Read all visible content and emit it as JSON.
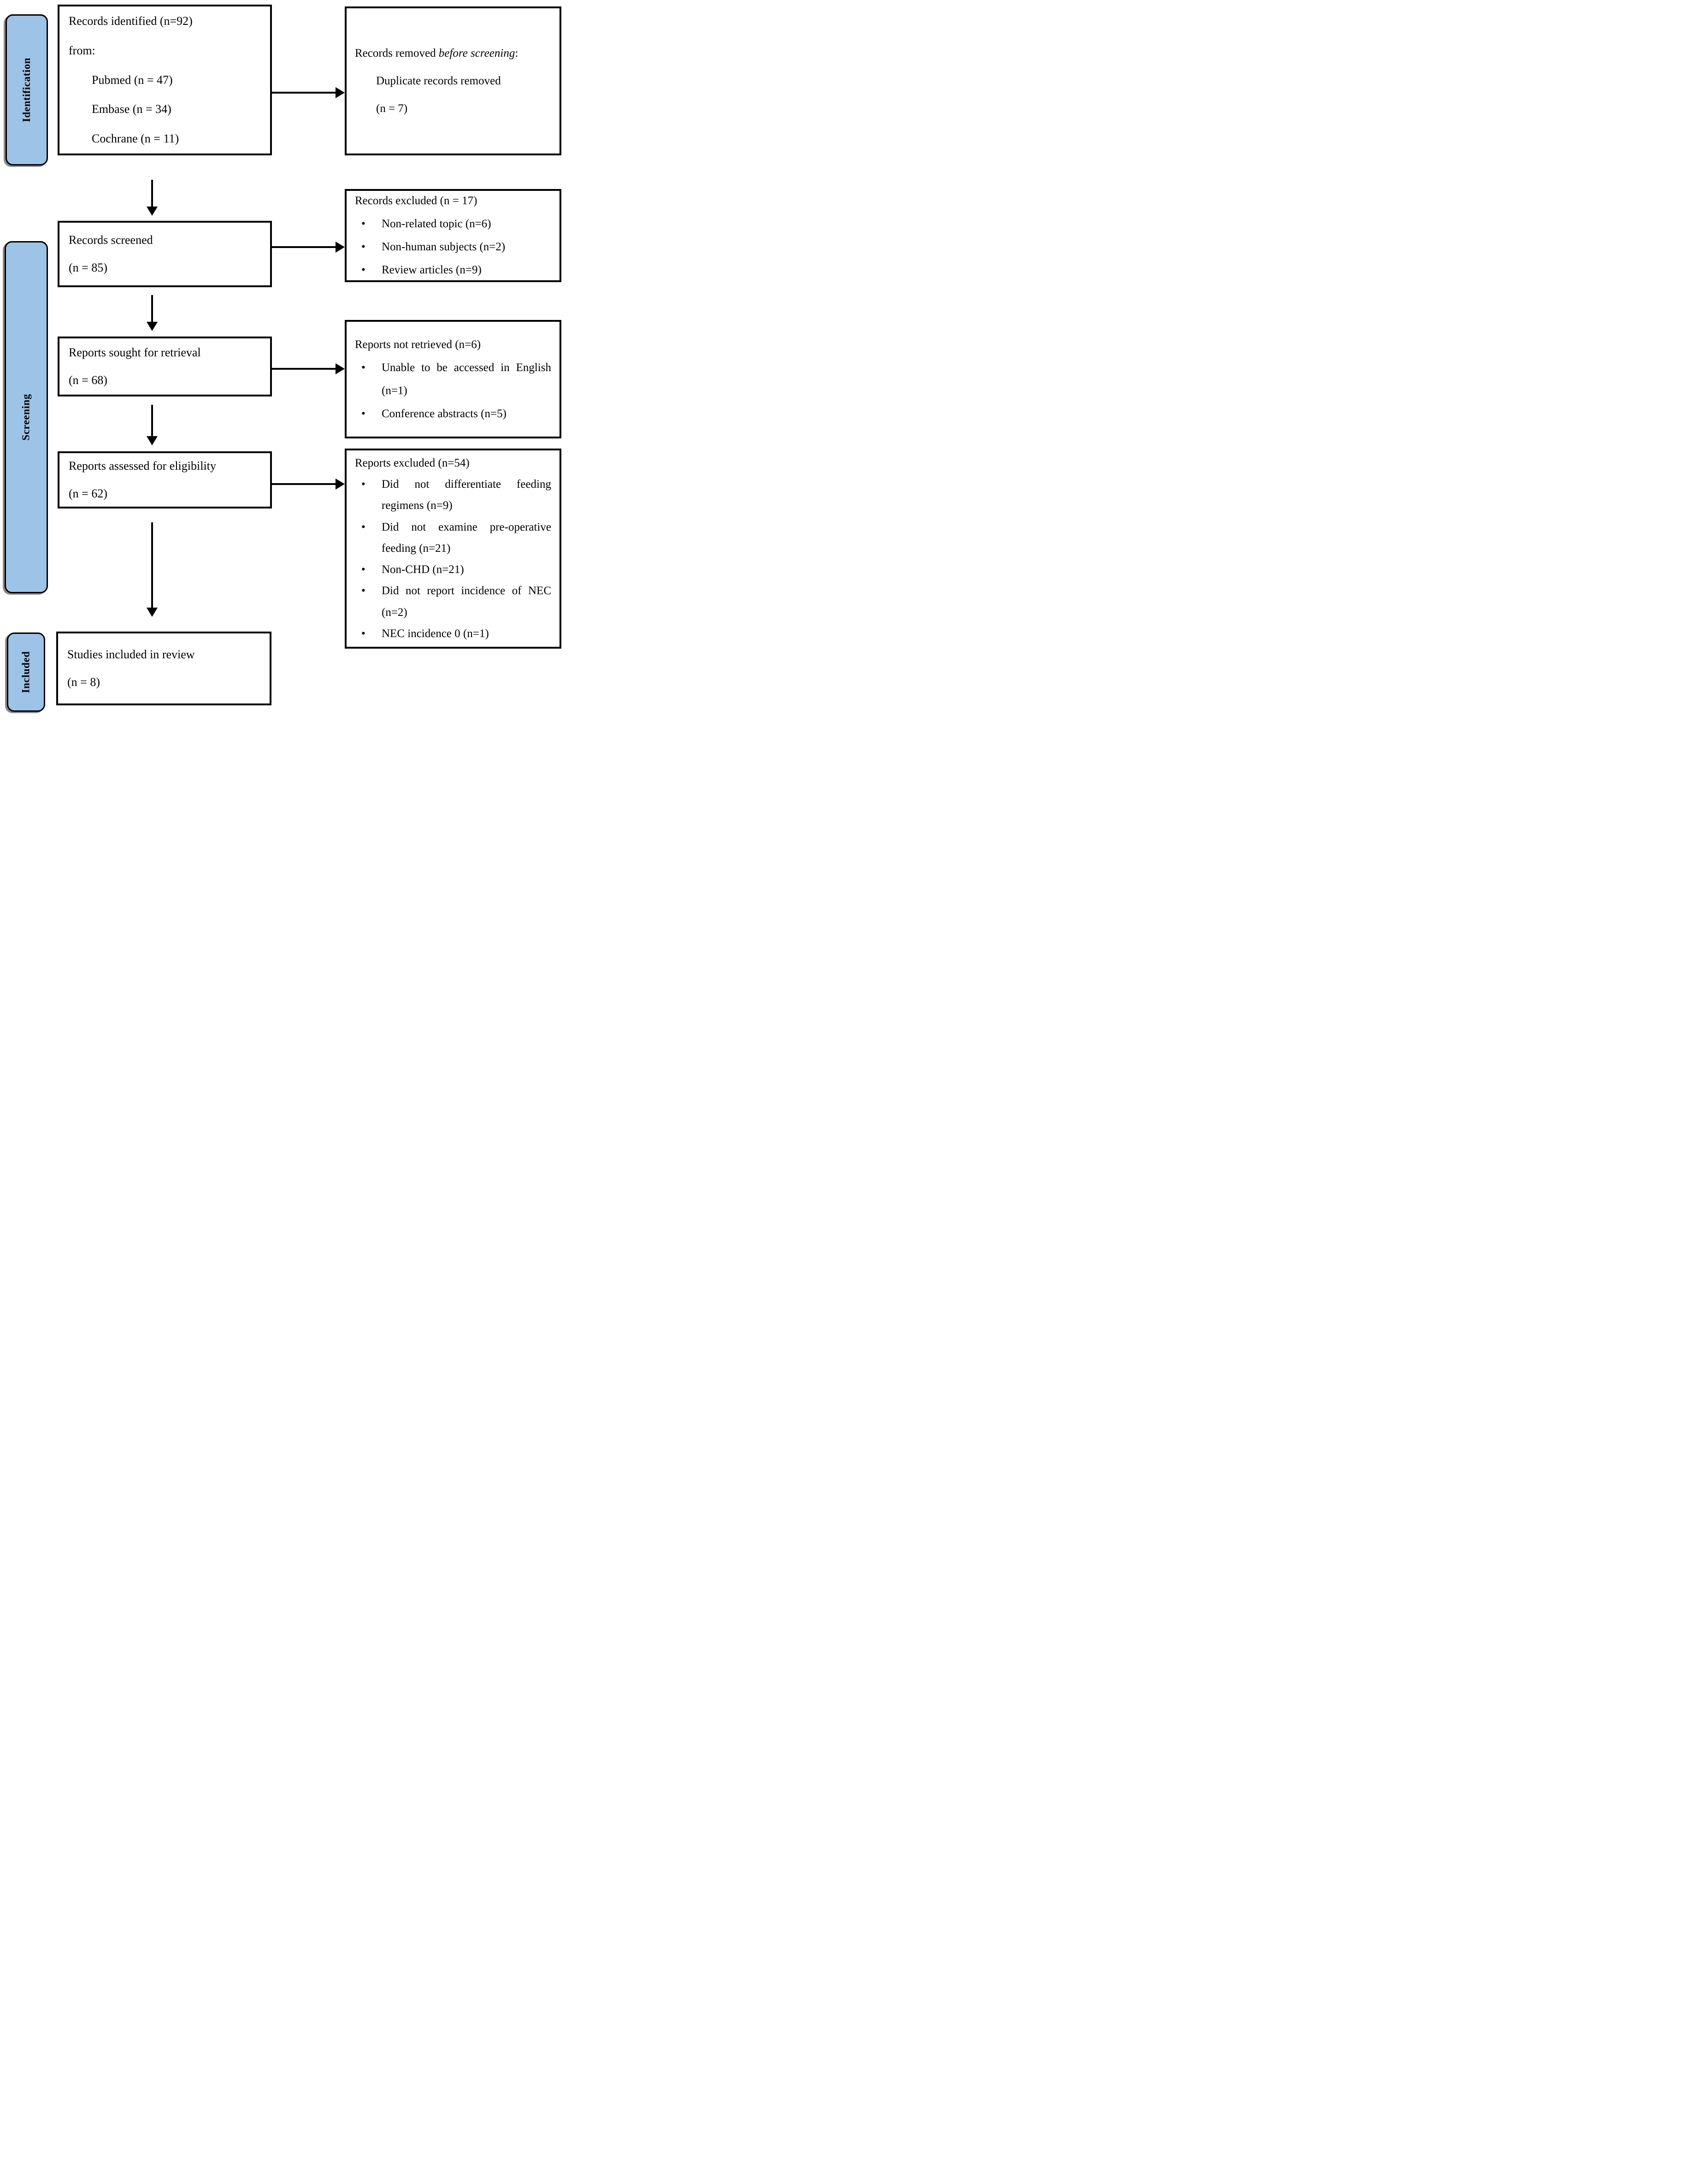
{
  "stages": {
    "identification": {
      "label": "Identification"
    },
    "screening": {
      "label": "Screening"
    },
    "included": {
      "label": "Included"
    }
  },
  "boxes": {
    "identified": {
      "line1": "Records identified (n=92)",
      "line2": "from:",
      "sources": [
        "Pubmed (n = 47)",
        "Embase (n = 34)",
        "Cochrane (n = 11)"
      ]
    },
    "removed": {
      "title_prefix": "Records removed ",
      "title_italic": "before screening",
      "title_suffix": ":",
      "line2": "Duplicate records removed",
      "line3": "(n = 7)"
    },
    "screened": {
      "line1": "Records screened",
      "line2": "(n = 85)"
    },
    "records_excluded": {
      "title": "Records excluded (n = 17)",
      "bullet_glyph": "•",
      "bullets": [
        "Non-related topic (n=6)",
        "Non-human subjects (n=2)",
        "Review articles (n=9)"
      ]
    },
    "sought": {
      "line1": "Reports sought for retrieval",
      "line2": "(n = 68)"
    },
    "not_retrieved": {
      "title": "Reports not retrieved (n=6)",
      "bullet_glyph": "•",
      "bullets": [
        "Unable to be accessed in English (n=1)",
        "Conference abstracts (n=5)"
      ]
    },
    "assessed": {
      "line1": "Reports assessed for eligibility",
      "line2": "(n = 62)"
    },
    "reports_excluded": {
      "title": "Reports excluded (n=54)",
      "bullet_glyph": "•",
      "bullets": [
        "Did not differentiate feeding regimens (n=9)",
        "Did not examine pre-operative feeding (n=21)",
        "Non-CHD (n=21)",
        "Did not report incidence of NEC (n=2)",
        "NEC incidence 0 (n=1)"
      ]
    },
    "included_studies": {
      "line1": "Studies included in review",
      "line2": "(n = 8)"
    }
  },
  "colors": {
    "stage_fill": "#9DC3E6",
    "stage_shadow": "#8a8a8a",
    "box_border": "#000000",
    "background": "#ffffff",
    "text": "#000000"
  }
}
